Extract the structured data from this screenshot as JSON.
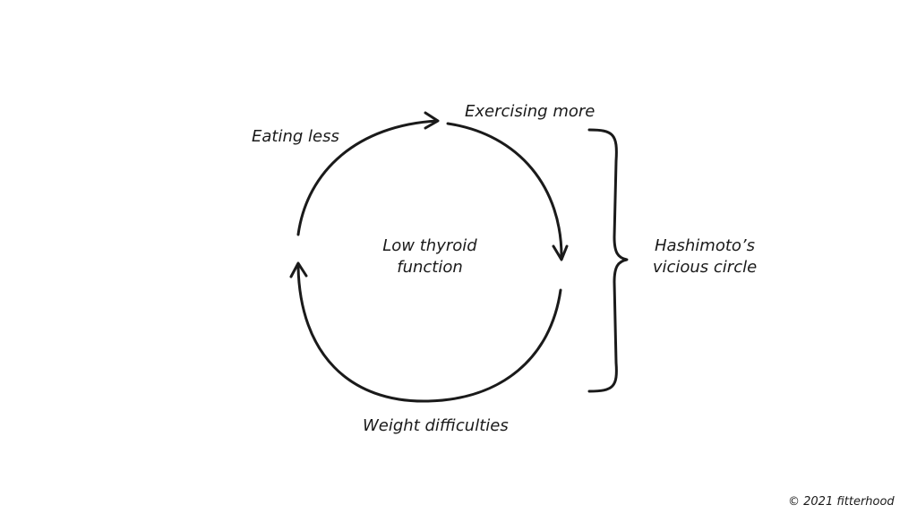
{
  "diagram": {
    "nodes": {
      "eating_less": "Eating less",
      "exercising_more": "Exercising more",
      "weight_difficulties": "Weight difficulties"
    },
    "center": {
      "line1": "Low thyroid",
      "line2": "function"
    },
    "brace_label": {
      "line1": "Hashimoto’s",
      "line2": "vicious circle"
    },
    "copyright": "© 2021 fitterhood"
  }
}
